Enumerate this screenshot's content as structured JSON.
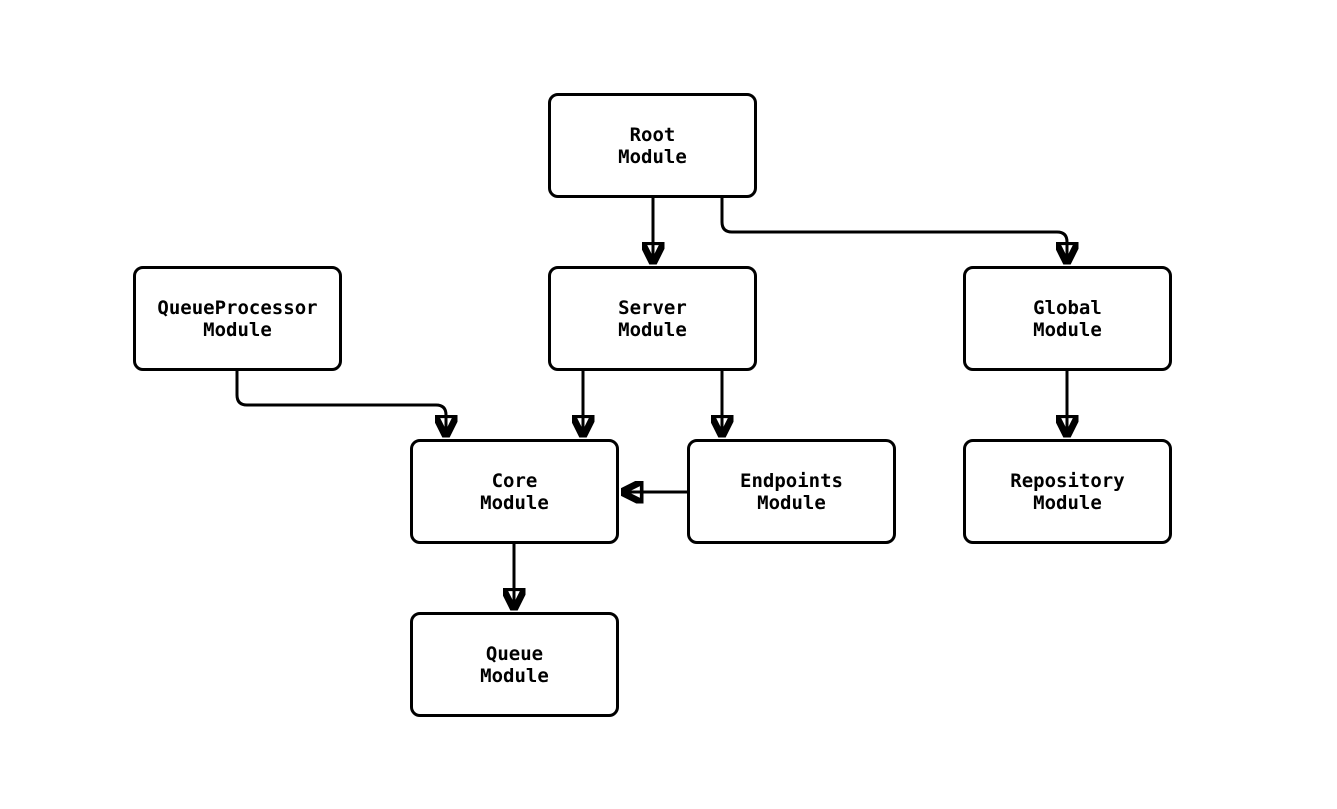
{
  "diagram": {
    "type": "module-dependency-graph",
    "line_color": "#000000",
    "background_color": "#ffffff",
    "nodes": {
      "root": {
        "label": "Root\nModule"
      },
      "queueprocessor": {
        "label": "QueueProcessor\nModule"
      },
      "server": {
        "label": "Server\nModule"
      },
      "global": {
        "label": "Global\nModule"
      },
      "core": {
        "label": "Core\nModule"
      },
      "endpoints": {
        "label": "Endpoints\nModule"
      },
      "repository": {
        "label": "Repository\nModule"
      },
      "queue": {
        "label": "Queue\nModule"
      }
    },
    "edges": [
      {
        "from": "root",
        "to": "server"
      },
      {
        "from": "root",
        "to": "global"
      },
      {
        "from": "queueprocessor",
        "to": "core"
      },
      {
        "from": "server",
        "to": "core"
      },
      {
        "from": "server",
        "to": "endpoints"
      },
      {
        "from": "endpoints",
        "to": "core"
      },
      {
        "from": "global",
        "to": "repository"
      },
      {
        "from": "core",
        "to": "queue"
      }
    ]
  }
}
